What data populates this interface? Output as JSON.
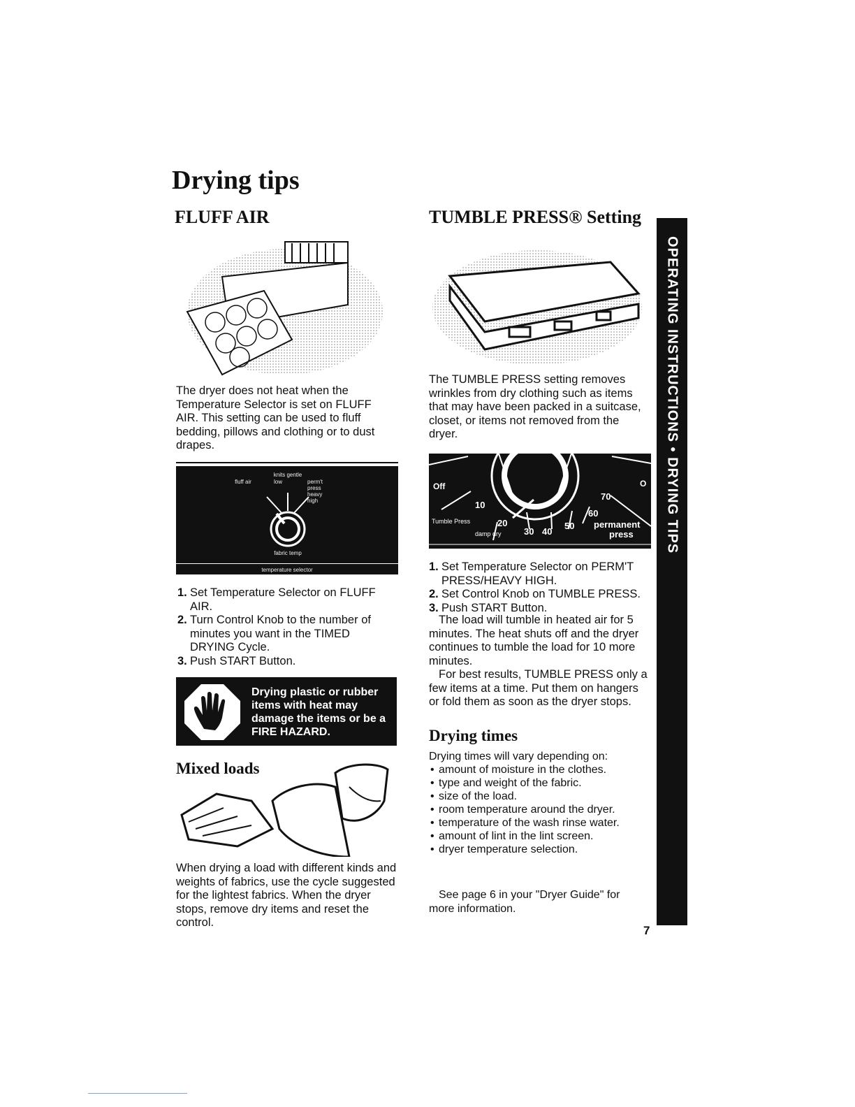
{
  "page": {
    "title": "Drying tips",
    "page_number": "7",
    "sidebar_text": "OPERATING INSTRUCTIONS • DRYING TIPS"
  },
  "fluff_air": {
    "heading": "FLUFF AIR",
    "paragraph": "The dryer does not heat when the Temperature Selector is set on FLUFF AIR. This setting can be used to fluff bedding, pillows and clothing or to dust drapes.",
    "panel": {
      "top_label": "knits gentle",
      "left_label": "fluff air",
      "low_label": "low",
      "right_label": "perm't press heavy high",
      "bottom_label": "fabric temp",
      "footer": "temperature selector"
    },
    "steps": [
      {
        "num": "1.",
        "text": "Set Temperature Selector on FLUFF AIR."
      },
      {
        "num": "2.",
        "text": "Turn Control Knob to the number of minutes you want in the TIMED DRYING Cycle."
      },
      {
        "num": "3.",
        "text": "Push START Button."
      }
    ]
  },
  "warning": {
    "text": "Drying plastic or rubber items with heat may damage the items or be a FIRE HAZARD."
  },
  "mixed_loads": {
    "heading": "Mixed loads",
    "paragraph": "When drying a load with different kinds and weights of fabrics, use the cycle suggested for the lightest fabrics. When the dryer stops, remove dry items and reset the control."
  },
  "tumble_press": {
    "heading": "TUMBLE PRESS® Setting",
    "paragraph": "The TUMBLE PRESS setting removes wrinkles from dry clothing such as items that may have been packed in a suitcase, closet, or items not removed from the dryer.",
    "dial": {
      "off": "Off",
      "o": "O",
      "n10": "10",
      "n20": "20",
      "n30": "30",
      "n40": "40",
      "n50": "50",
      "n60": "60",
      "n70": "70",
      "tumble_press": "Tumble Press",
      "damp_dry": "damp dry",
      "permanent": "permanent",
      "press": "press"
    },
    "steps": [
      {
        "num": "1.",
        "text": "Set Temperature Selector on PERM'T PRESS/HEAVY HIGH."
      },
      {
        "num": "2.",
        "text": "Set Control Knob on TUMBLE PRESS."
      },
      {
        "num": "3.",
        "text": "Push START Button."
      }
    ],
    "after_1": "The load will tumble in heated air for 5 minutes. The heat shuts off and the dryer continues to tumble the load for 10 more minutes.",
    "after_2": "For best results, TUMBLE PRESS only a few items at a time. Put them on hangers or fold them as soon as the dryer stops."
  },
  "drying_times": {
    "heading": "Drying times",
    "intro": "Drying times will vary depending on:",
    "bullets": [
      "amount of moisture in the clothes.",
      "type and weight of the fabric.",
      "size of the load.",
      "room temperature around the dryer.",
      "temperature of the wash rinse water.",
      "amount of lint in the lint screen.",
      "dryer temperature selection."
    ],
    "footer": "See page 6 in your \"Dryer Guide\" for more information."
  }
}
